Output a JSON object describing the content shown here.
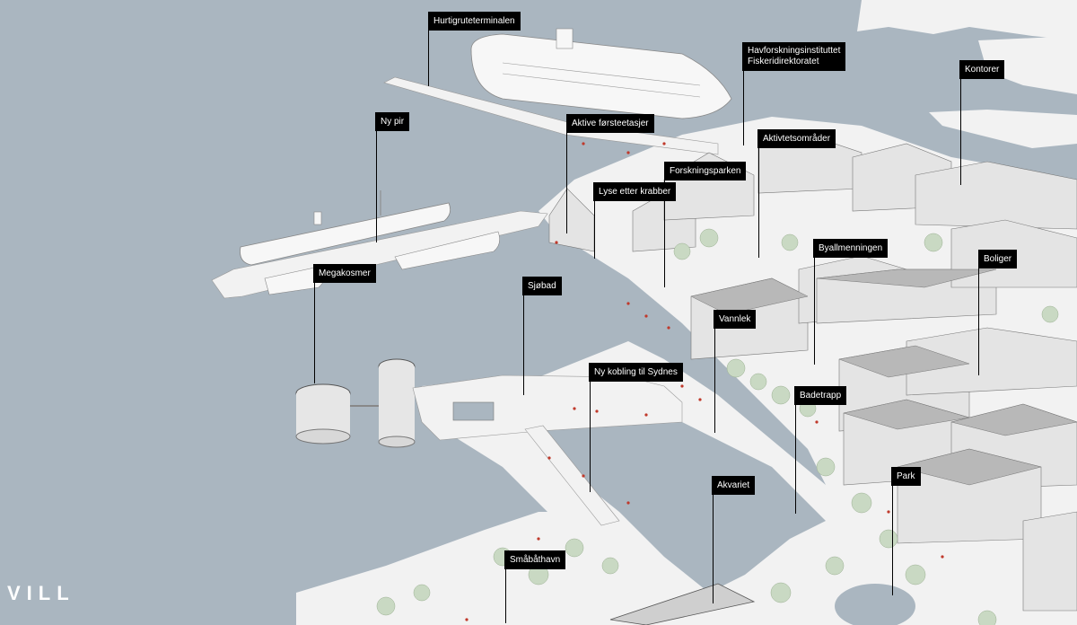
{
  "brand": {
    "logo": "VILL"
  },
  "colors": {
    "water": "#aab6c0",
    "land": "#f2f2f2",
    "building": "#d7d7d7",
    "roof": "#a9a9a9",
    "tree": "#bcd1b5",
    "people": "#c0392b",
    "label_bg": "#000000",
    "label_text": "#ffffff"
  },
  "labels": [
    {
      "text": "Hurtigruteterminalen"
    },
    {
      "text": "Havforskningsinstituttet\nFiskeridirektoratet"
    },
    {
      "text": "Kontorer"
    },
    {
      "text": "Ny pir"
    },
    {
      "text": "Aktive førsteetasjer"
    },
    {
      "text": "Aktivtetsområder"
    },
    {
      "text": "Forskningsparken"
    },
    {
      "text": "Lyse etter krabber"
    },
    {
      "text": "Byallmenningen"
    },
    {
      "text": "Boliger"
    },
    {
      "text": "Megakosmer"
    },
    {
      "text": "Sjøbad"
    },
    {
      "text": "Vannlek"
    },
    {
      "text": "Ny kobling til Sydnes"
    },
    {
      "text": "Badetrapp"
    },
    {
      "text": "Park"
    },
    {
      "text": "Akvariet"
    },
    {
      "text": "Småbåthavn"
    }
  ]
}
